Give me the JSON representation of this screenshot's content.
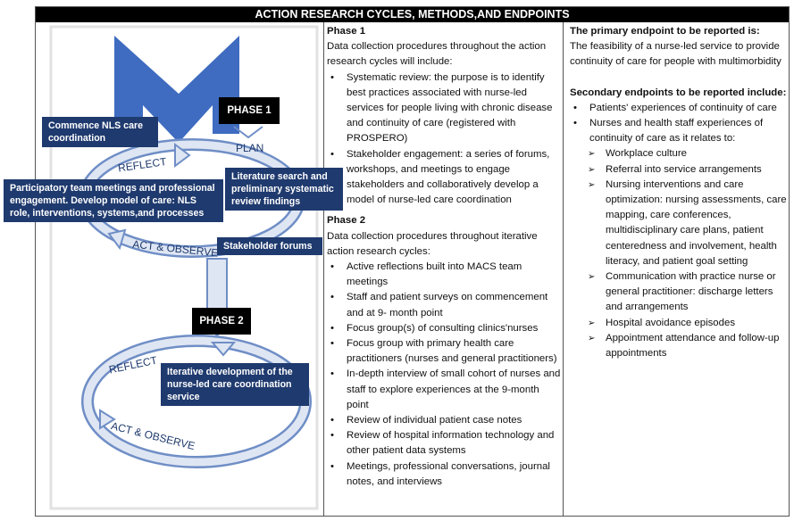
{
  "title": "ACTION RESEARCH CYCLES, METHODS,AND ENDPOINTS",
  "diagram": {
    "phase1": "PHASE 1",
    "phase2": "PHASE 2",
    "cycle1_reflect": "REFLECT",
    "cycle1_plan": "PLAN",
    "cycle1_act_observe": "ACT & OBSERVE",
    "cycle2_reflect": "REFLECT",
    "cycle2_act_observe": "ACT & OBSERVE",
    "box_commence": "Commence NLS care coordination",
    "box_participatory": "Participatory team meetings and professional engagement. Develop model of care: NLS role, interventions, systems,and processes",
    "box_literature": "Literature search and preliminary systematic review findings",
    "box_stakeholder": "Stakeholder forums",
    "box_iterative": "Iterative development of the nurse-led care coordination service",
    "colors": {
      "navy": "#1f3a6e",
      "ring": "#6f8ec6",
      "arrow_fill": "#c9d4e8"
    }
  },
  "phase1": {
    "heading": "Phase 1",
    "intro": "Data collection procedures throughout the action research cycles will include:",
    "items": [
      "Systematic  review: the purpose is to identify best practices associated with nurse-led services for people  living with chronic disease and continuity of care (registered with PROSPERO)",
      "Stakeholder engagement: a series of forums, workshops, and meetings to engage stakeholders and collaboratively develop a model of nurse-led care coordination"
    ]
  },
  "phase2": {
    "heading": "Phase 2",
    "intro": "Data collection procedures throughout iterative action research cycles:",
    "items": [
      "Active reflections built into MACS team meetings",
      "Staff and patient surveys on commencement and at 9- month point",
      "Focus group(s) of consulting clinics'nurses",
      "Focus  group with primary health care practitioners (nurses and general practitioners)",
      "In-depth interview of small cohort of nurses and staff to explore experiences at the 9-month point",
      "Review of individual patient case notes",
      "Review of hospital information technology and other patient data systems",
      "Meetings, professional conversations, journal notes, and interviews"
    ]
  },
  "endpoints": {
    "primary_heading": "The primary endpoint to be reported is:",
    "primary_text": "The  feasibility of a nurse-led service to provide continuity of care for people with multimorbidity",
    "secondary_heading": "Secondary endpoints to be reported include:",
    "secondary_items": [
      "Patients'  experiences of continuity of care",
      "Nurses and health staff experiences of continuity of care as  it relates to:"
    ],
    "sub_items": [
      "Workplace culture",
      "Referral into service arrangements",
      "Nursing interventions and care optimization: nursing assessments, care mapping, care conferences, multidisciplinary care plans, patient centeredness and involvement, health literacy, and patient  goal setting",
      "Communication with practice nurse or general practitioner: discharge letters and arrangements",
      "Hospital avoidance episodes",
      "Appointment  attendance and follow-up appointments"
    ]
  }
}
